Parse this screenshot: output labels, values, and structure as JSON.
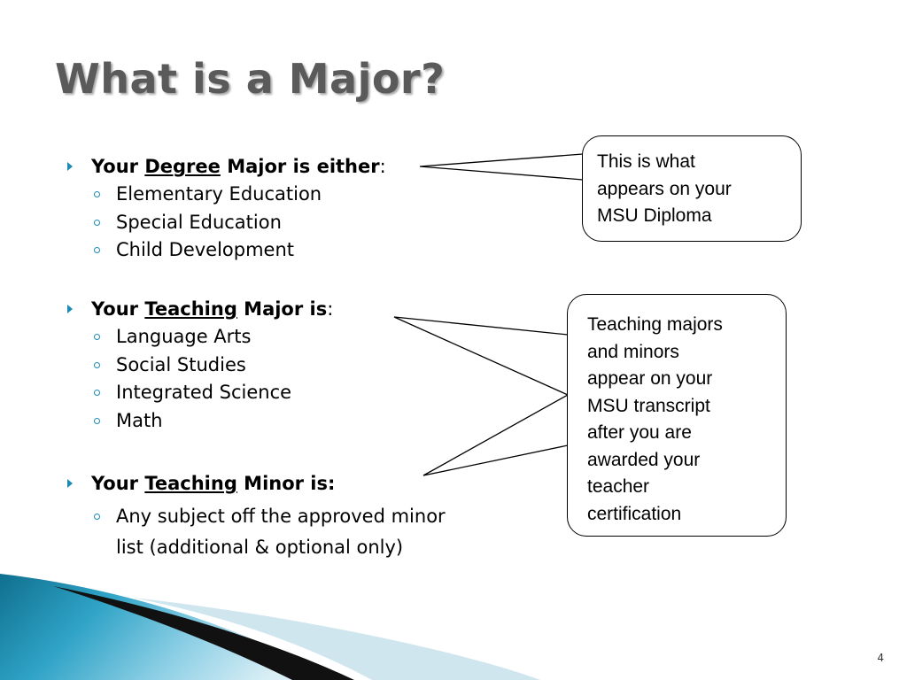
{
  "slide": {
    "title": "What is a Major?",
    "page_number": "4"
  },
  "sections": [
    {
      "prefix": "Your ",
      "key": "Degree",
      "suffix": " Major is either",
      "colon": ":",
      "items": [
        "Elementary Education",
        "Special Education",
        "Child Development"
      ]
    },
    {
      "prefix": "Your ",
      "key": "Teaching",
      "suffix": " Major is",
      "colon": ":",
      "items": [
        "Language Arts",
        "Social Studies",
        "Integrated Science",
        "Math"
      ]
    },
    {
      "prefix": "Your ",
      "key": "Teaching",
      "suffix": " Minor is:",
      "colon": "",
      "items": [
        "Any subject off the approved minor list (additional & optional only)"
      ]
    }
  ],
  "callouts": [
    {
      "lines": [
        "This is what",
        "appears on your",
        "MSU Diploma"
      ]
    },
    {
      "lines": [
        "Teaching majors",
        "and minors",
        "appear on your",
        "MSU transcript",
        "after you are",
        "awarded your",
        "teacher",
        "certification"
      ]
    }
  ],
  "colors": {
    "accent": "#1b8bb3",
    "title": "#5a5a5a"
  }
}
